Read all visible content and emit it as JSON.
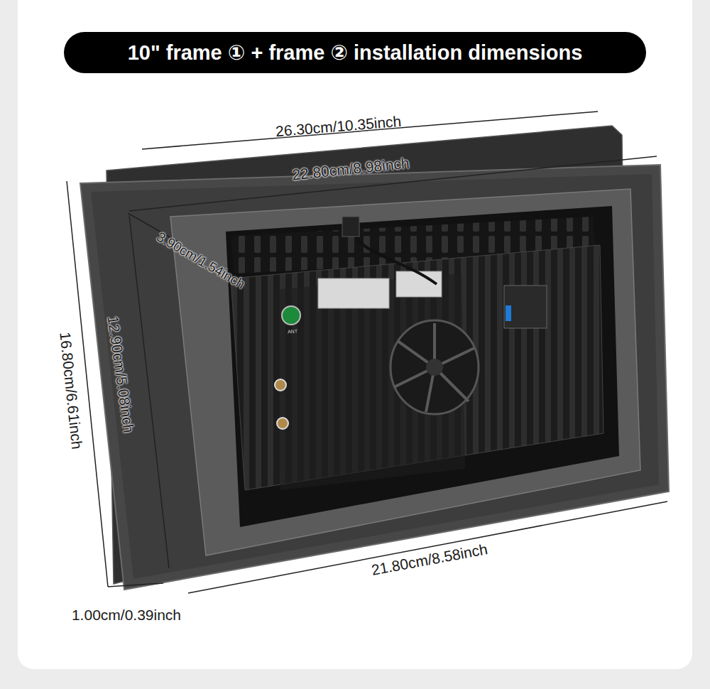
{
  "diagram": {
    "title": "10\" frame ① + frame ② installation dimensions",
    "labels": [
      "26.30cm/10.35inch",
      "22.80cm/8.98inch",
      "3.90cm/1.54inch",
      "12.90cm/5.08inch",
      "16.80cm/6.61inch",
      "21.80cm/8.58inch",
      "1.00cm/0.39inch",
      "ANT"
    ]
  }
}
